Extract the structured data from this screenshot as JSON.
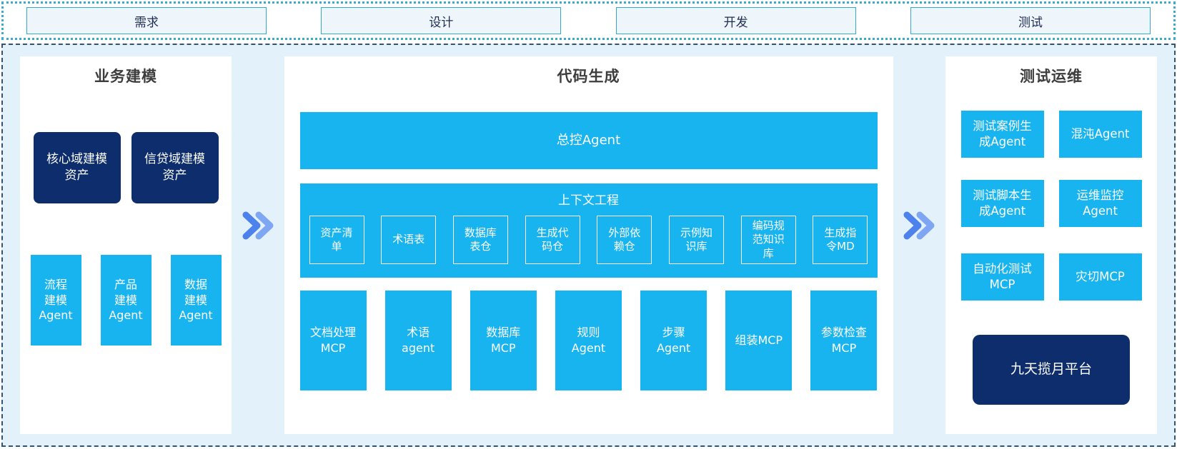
{
  "phases": [
    "需求",
    "设计",
    "开发",
    "测试"
  ],
  "colors": {
    "cyan": "#18b4ef",
    "navy": "#0d2d6d",
    "container_bg": "#e3f1fb",
    "phase_fill": "#eef5fb",
    "phase_border": "#36a9cf",
    "dotted_border": "#3aabcf",
    "dashed_border": "#33536e",
    "chevron_front": "#4d82ed",
    "chevron_back": "#7ea6f2"
  },
  "business_modeling": {
    "title": "业务建模",
    "asset_boxes": [
      "核心域建模资产",
      "信贷域建模资产"
    ],
    "agent_boxes": [
      "流程建模Agent",
      "产品建模Agent",
      "数据建模Agent"
    ]
  },
  "code_generation": {
    "title": "代码生成",
    "master_agent": "总控Agent",
    "context_engineering": {
      "title": "上下文工程",
      "items": [
        "资产清单",
        "术语表",
        "数据库表仓",
        "生成代码仓",
        "外部依赖仓",
        "示例知识库",
        "编码规范知识库",
        "生成指令MD"
      ]
    },
    "tool_boxes": [
      "文档处理MCP",
      "术语agent",
      "数据库MCP",
      "规则Agent",
      "步骤Agent",
      "组装MCP",
      "参数检查MCP"
    ]
  },
  "test_ops": {
    "title": "测试运维",
    "boxes": [
      "测试案例生成Agent",
      "混沌Agent",
      "测试脚本生成Agent",
      "运维监控Agent",
      "自动化测试MCP",
      "灾切MCP"
    ],
    "platform": "九天揽月平台"
  }
}
